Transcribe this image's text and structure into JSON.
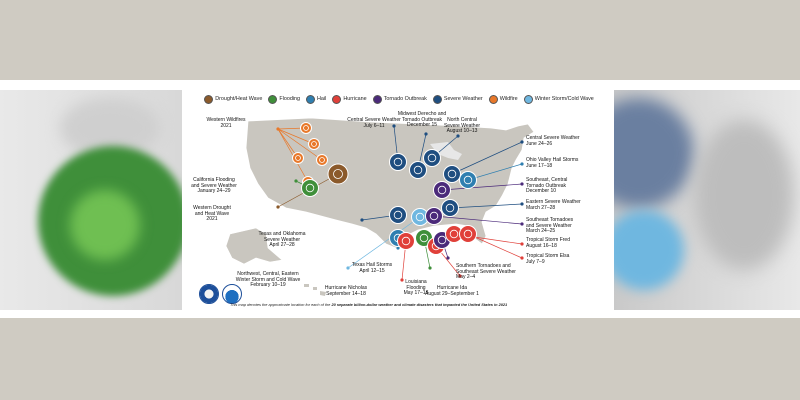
{
  "legend": [
    {
      "label": "Drought/Heat Wave",
      "color": "#8b5a2b"
    },
    {
      "label": "Flooding",
      "color": "#3f8f3a"
    },
    {
      "label": "Hail",
      "color": "#2f7fb0"
    },
    {
      "label": "Hurricane",
      "color": "#e0403a"
    },
    {
      "label": "Tornado Outbreak",
      "color": "#4b2a7a"
    },
    {
      "label": "Severe Weather",
      "color": "#1f4e80"
    },
    {
      "label": "Wildfire",
      "color": "#e8782a"
    },
    {
      "label": "Winter Storm/Cold Wave",
      "color": "#6fb7e0"
    }
  ],
  "events": [
    {
      "l1": "Western Wildfires",
      "l2": "2021",
      "l3": ""
    },
    {
      "l1": "California Flooding",
      "l2": "and Severe Weather",
      "l3": "January 24–29"
    },
    {
      "l1": "Western Drought",
      "l2": "and Heat Wave",
      "l3": "2021"
    },
    {
      "l1": "Texas and Oklahoma",
      "l2": "Severe Weather",
      "l3": "April 27–28"
    },
    {
      "l1": "Northwest, Central, Eastern",
      "l2": "Winter Storm and Cold Wave",
      "l3": "February 10–19"
    },
    {
      "l1": "Texas Hail Storms",
      "l2": "April 12–15",
      "l3": ""
    },
    {
      "l1": "Hurricane Nicholas",
      "l2": "September 14–18",
      "l3": ""
    },
    {
      "l1": "Louisiana",
      "l2": "Flooding",
      "l3": "May 17–18"
    },
    {
      "l1": "Hurricane Ida",
      "l2": "August 29–September 1",
      "l3": ""
    },
    {
      "l1": "Southern Tornadoes and",
      "l2": "Southeast Severe Weather",
      "l3": "May 2–4"
    },
    {
      "l1": "Central Severe Weather",
      "l2": "July 6–11",
      "l3": ""
    },
    {
      "l1": "Midwest Derecho and",
      "l2": "Tornado Outbreak",
      "l3": "December 15"
    },
    {
      "l1": "North Central",
      "l2": "Severe Weather",
      "l3": "August 10–13"
    },
    {
      "l1": "Central Severe Weather",
      "l2": "June 24–26",
      "l3": ""
    },
    {
      "l1": "Ohio Valley Hail Storms",
      "l2": "June 17–18",
      "l3": ""
    },
    {
      "l1": "Southeast, Central",
      "l2": "Tornado Outbreak",
      "l3": "December 10"
    },
    {
      "l1": "Eastern Severe Weather",
      "l2": "March 27–28",
      "l3": ""
    },
    {
      "l1": "Southeast Tornadoes",
      "l2": "and Severe Weather",
      "l3": "March 24–25"
    },
    {
      "l1": "Tropical Storm Fred",
      "l2": "August 16–18",
      "l3": ""
    },
    {
      "l1": "Tropical Storm Elsa",
      "l2": "July 7–9",
      "l3": ""
    }
  ],
  "caption": {
    "pre": "This map denotes the approximate location for each of the ",
    "bold": "20 separate billion-dollar weather and climate disasters that impacted the United States in 2021"
  }
}
